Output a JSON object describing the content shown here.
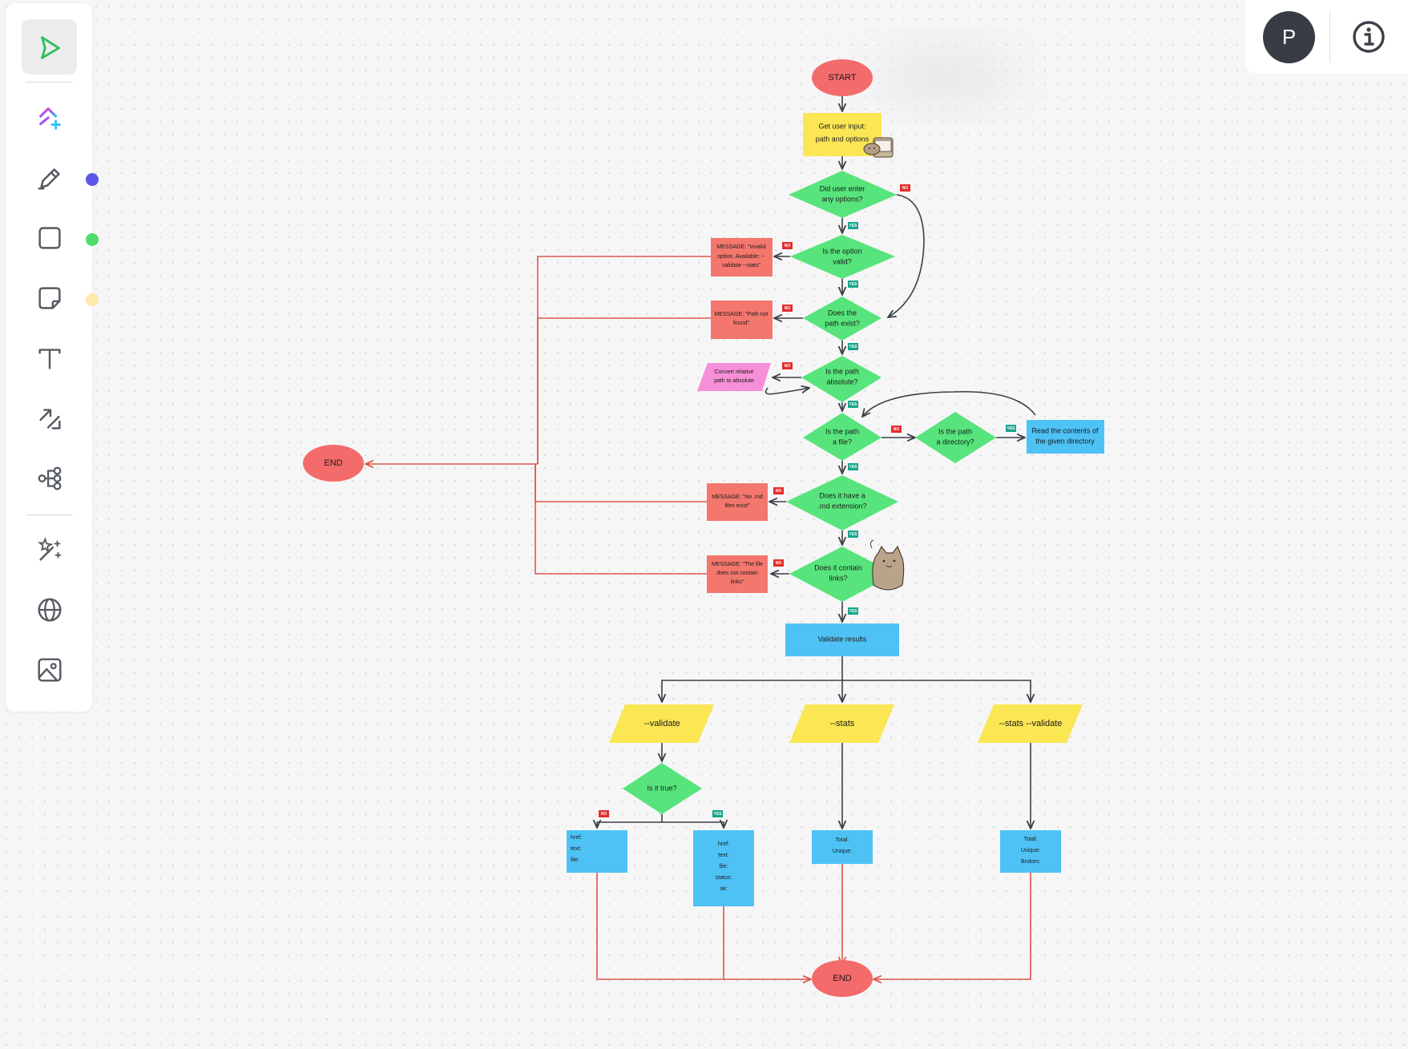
{
  "toolbar": {
    "tools": [
      {
        "name": "select-tool",
        "icon": "cursor-icon",
        "active": true
      },
      {
        "name": "ai-tool",
        "icon": "clickup-ai-icon"
      },
      {
        "name": "pen-tool",
        "icon": "pen-icon",
        "dot_color": "#5b55e8"
      },
      {
        "name": "shape-tool",
        "icon": "square-icon",
        "dot_color": "#4fdc6e"
      },
      {
        "name": "sticky-note-tool",
        "icon": "sticky-note-icon",
        "dot_color": "#fde9a8"
      },
      {
        "name": "text-tool",
        "icon": "text-icon"
      },
      {
        "name": "connector-tool",
        "icon": "connector-icon"
      },
      {
        "name": "mindmap-tool",
        "icon": "mindmap-icon"
      },
      {
        "name": "magic-tool",
        "icon": "magic-wand-icon"
      },
      {
        "name": "embed-tool",
        "icon": "globe-icon"
      },
      {
        "name": "image-tool",
        "icon": "image-icon"
      }
    ]
  },
  "header": {
    "avatar_initial": "P",
    "info_icon": "info-icon"
  },
  "colors": {
    "terminal": "#f36b6b",
    "process_yellow": "#fbe654",
    "decision": "#57e47c",
    "message": "#f4776e",
    "io_pink": "#f78fd8",
    "process_blue": "#4ec2f5",
    "badge_no": "#e42c2c",
    "badge_yes": "#15a58c",
    "connector_dark": "#3a3f47",
    "connector_red": "#e0544d"
  },
  "flow": {
    "start": "START",
    "input": [
      "Get user input:",
      "path and options"
    ],
    "q_options": [
      "Did user enter",
      "any options?"
    ],
    "q_option_valid": [
      "Is the option",
      "valid?"
    ],
    "msg_invalid": [
      "MESSAGE: \"Invalid",
      "option. Available: --",
      "validate --stats\""
    ],
    "q_path_exist": [
      "Does the",
      "path exist?"
    ],
    "msg_path_not_found": [
      "MESSAGE: \"Path not",
      "found\""
    ],
    "q_absolute": [
      "Is the path",
      "absolute?"
    ],
    "convert": [
      "Convert relative",
      "path to absolute"
    ],
    "q_file": [
      "Is the path",
      "a file?"
    ],
    "q_directory": [
      "Is the path",
      "a directory?"
    ],
    "read_dir": [
      "Read the contents of",
      "the given directory"
    ],
    "q_md": [
      "Does it have a",
      ".md extension?"
    ],
    "msg_no_md": [
      "MESSAGE: \"No .md",
      "files exist\""
    ],
    "q_links": [
      "Does it contain",
      "links?"
    ],
    "msg_no_links": [
      "MESSAGE: \"The file",
      "does not contain",
      "links\""
    ],
    "validate_results": "Validate results",
    "end_left": "END",
    "opt_validate": "--validate",
    "opt_stats": "--stats",
    "opt_stats_validate": "--stats --validate",
    "q_true": "Is it true?",
    "out_false": [
      "href:",
      "text:",
      "file:"
    ],
    "out_true": [
      "href:",
      "text:",
      "file:",
      "status:",
      "ok:"
    ],
    "out_stats": [
      "Total:",
      "Unique:"
    ],
    "out_stats_validate": [
      "Total:",
      "Unique:",
      "Broken:"
    ],
    "end_bottom": "END",
    "badge_no": "NO",
    "badge_yes": "YES"
  }
}
